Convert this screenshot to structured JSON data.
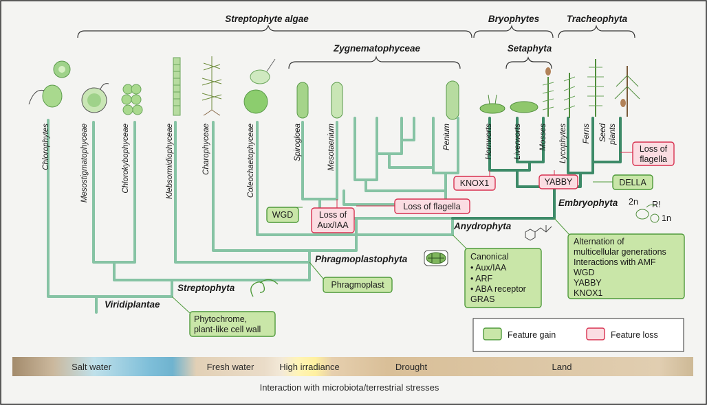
{
  "clades": {
    "streptophyte_algae": "Streptophyte algae",
    "bryophytes": "Bryophytes",
    "tracheophyta": "Tracheophyta",
    "zygnematophyceae": "Zygnematophyceae",
    "setaphyta": "Setaphyta",
    "embryophyta": "Embryophyta",
    "anydrophyta": "Anydrophyta",
    "phragmoplastophyta": "Phragmoplastophyta",
    "streptophyta": "Streptophyta",
    "viridiplantae": "Viridiplantae"
  },
  "taxa": [
    "Chlorophytes",
    "Mesostigmatophyceae",
    "Chlorokybophyceae",
    "Klebsormidiophyceae",
    "Charophyceae",
    "Coleochaetophyceae",
    "Spirogloea",
    "Mesotaenium",
    "Penium",
    "Hornworts",
    "Liverworts",
    "Mosses",
    "Lycophytes",
    "Ferns",
    "Seed",
    "plants"
  ],
  "gains": {
    "wgd": "WGD",
    "della": "DELLA",
    "phragmoplast": "Phragmoplast",
    "phytochrome_1": "Phytochrome,",
    "phytochrome_2": "plant-like cell wall",
    "canonical": [
      "Canonical",
      "• Aux/IAA",
      "• ARF",
      "• ABA receptor",
      "GRAS"
    ],
    "embryophyta": [
      "Alternation of",
      "multicellular generations",
      "Interactions with AMF",
      "WGD",
      "YABBY",
      "KNOX1"
    ]
  },
  "losses": {
    "knox1": "KNOX1",
    "yabby": "YABBY",
    "flagella_seed": [
      "Loss of",
      "flagella"
    ],
    "aux_iaa": [
      "Loss of",
      "Aux/IAA"
    ],
    "flagella_zyg": "Loss of flagella"
  },
  "life_cycle": {
    "n2": "2n",
    "r": "R!",
    "n1": "1n"
  },
  "legend": {
    "gain": "Feature gain",
    "loss": "Feature loss"
  },
  "environment": [
    "Salt water",
    "Fresh water",
    "High irradiance",
    "Drought",
    "Land"
  ],
  "bottom_caption": "Interaction with microbiota/terrestrial stresses",
  "colors": {
    "branch": "#86c3a4",
    "branch_dark": "#3d8a68",
    "gain_fill": "#c9e6a8",
    "loss_fill": "#fbdde2"
  }
}
